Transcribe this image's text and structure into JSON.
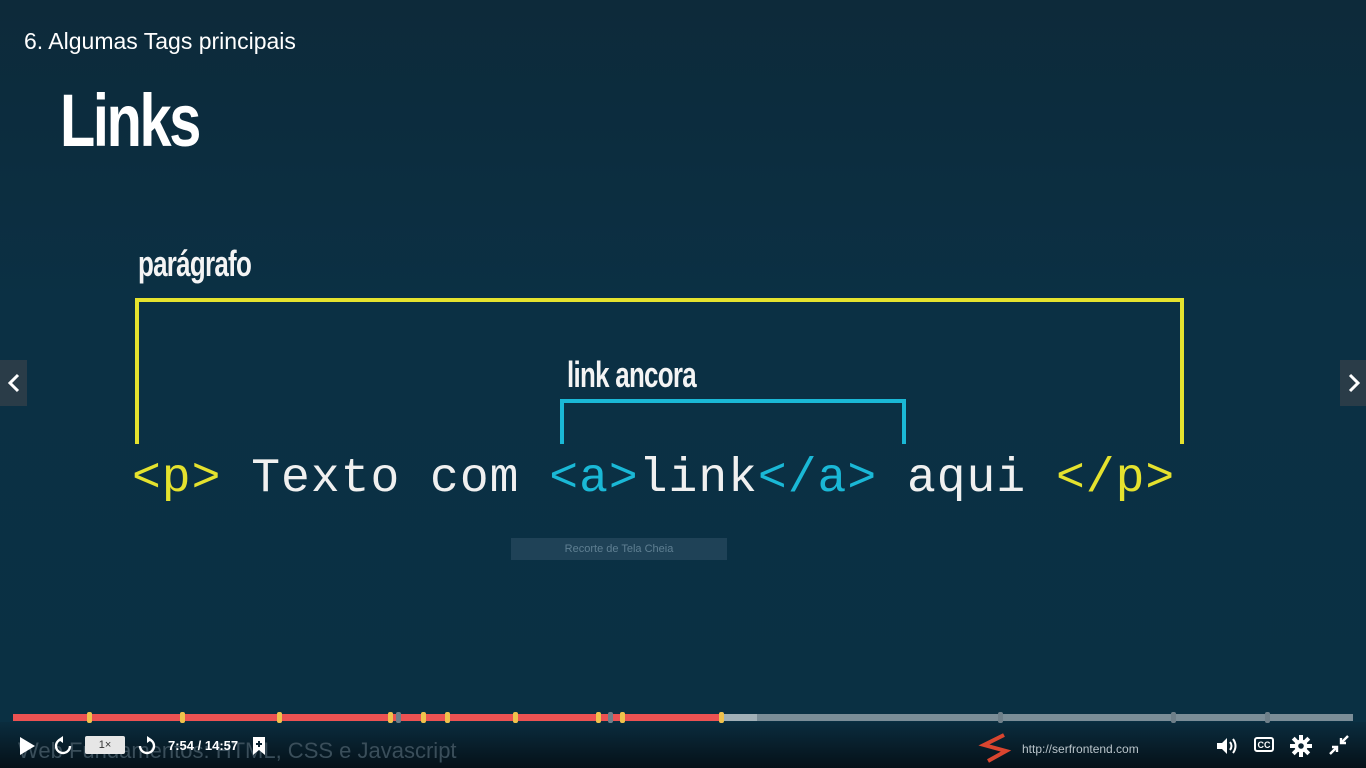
{
  "lecture": {
    "title": "6. Algumas Tags principais"
  },
  "slide": {
    "title": "Links",
    "paragraph_label": "parágrafo",
    "anchor_label": "link ancora",
    "code": {
      "p_open": "<p>",
      "text_before": " Texto com ",
      "a_open": "<a>",
      "link_text": "link",
      "a_close": "</a>",
      "text_after": " aqui ",
      "p_close": "</p>"
    },
    "colors": {
      "paragraph_bracket": "#e5e22e",
      "anchor_bracket": "#1ab8d6"
    }
  },
  "overlay": {
    "snip_tooltip": "Recorte de Tela Cheia"
  },
  "player": {
    "course_name": "Web Fundamentos: HTML, CSS e Javascript",
    "speed": "1×",
    "time": "7:54 / 14:57",
    "progress_fraction": 0.53,
    "buffered_fraction": 0.555,
    "watermark_url": "http://serfrontend.com",
    "cc_label": "CC",
    "icons": [
      "play-icon",
      "rewind-icon",
      "forward-icon",
      "bookmark-icon",
      "volume-icon",
      "cc-icon",
      "settings-icon",
      "exit-fullscreen-icon",
      "prev-icon",
      "next-icon"
    ],
    "progress_color": "#ec5252"
  }
}
